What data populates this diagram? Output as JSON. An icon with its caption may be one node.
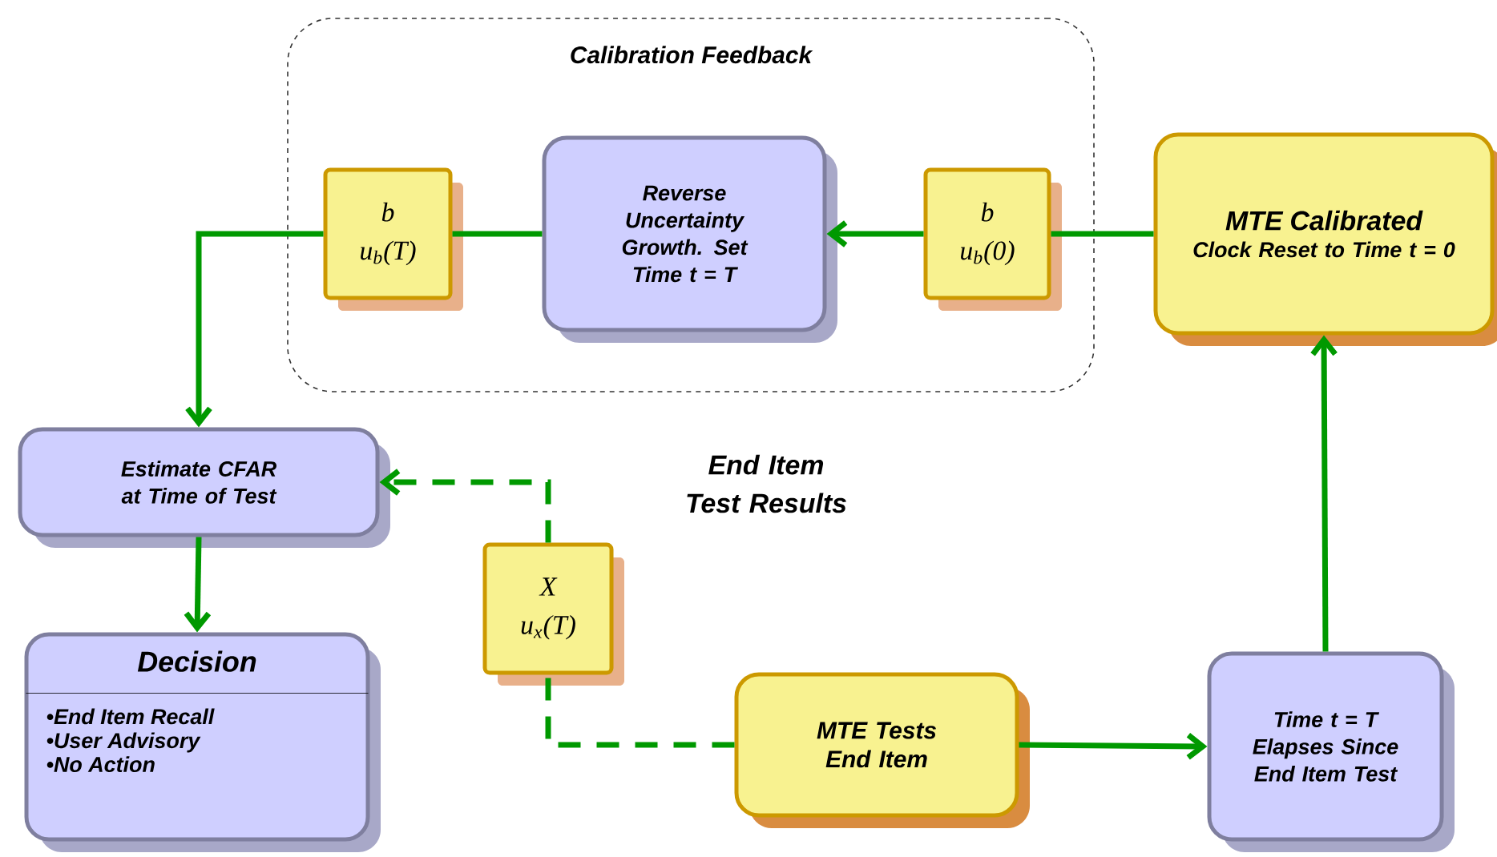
{
  "diagram": {
    "nodes": [
      {
        "text": [
          "Calibration Feedback"
        ]
      },
      {
        "text": [
          "b",
          "u$_{b}$(T)"
        ],
        "in": 0
      },
      {
        "text": [
          "Reverse Uncertainty Growth.  Set Time t = T"
        ],
        "in": 0
      },
      {
        "text": [
          "b",
          "u$_{b}$(0)"
        ],
        "in": 0
      },
      {
        "text": [
          "MTE Calibrated",
          "Clock Reset to Time t = 0"
        ]
      },
      {
        "text": [
          "Estimate CFAR at Time of Test"
        ]
      },
      {
        "text": [
          "Decision",
          "•End Item Recall",
          "•User Advisory",
          "•No Action"
        ]
      },
      {
        "text": [
          "X",
          "u$_{x}$(T)"
        ]
      },
      {
        "text": [
          "MTE Tests End Item"
        ]
      },
      {
        "text": [
          "Time t = T Elapses Since End Item Test"
        ]
      }
    ],
    "edges": [
      {
        "from": 4,
        "to": 3,
        "arrow": "none"
      },
      {
        "from": 3,
        "to": 2,
        "arrow": "to"
      },
      {
        "from": 2,
        "to": 1,
        "arrow": "none"
      },
      {
        "from": 1,
        "to": 5,
        "arrow": "to"
      },
      {
        "from": 5,
        "to": 6,
        "arrow": "to"
      },
      {
        "from": 8,
        "to": 7,
        "arrow": "none",
        "style": "dashed"
      },
      {
        "from": 7,
        "to": 5,
        "arrow": "to",
        "style": "dashed"
      },
      {
        "from": 8,
        "to": 9,
        "arrow": "to"
      },
      {
        "from": 9,
        "to": 4,
        "arrow": "to"
      }
    ],
    "labels": [
      "End Item Test Results"
    ]
  }
}
